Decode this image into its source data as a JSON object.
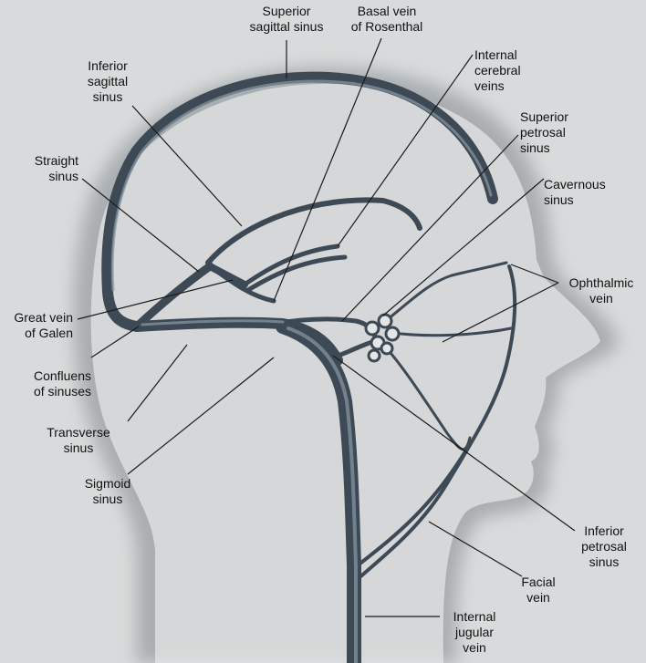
{
  "labels": {
    "superior_sagittal_sinus": [
      "Superior",
      "sagittal sinus"
    ],
    "basal_vein_of_rosenthal": [
      "Basal vein",
      "of Rosenthal"
    ],
    "internal_cerebral_veins": [
      "Internal",
      "cerebral",
      "veins"
    ],
    "inferior_sagittal_sinus": [
      "Inferior",
      "sagittal",
      "sinus"
    ],
    "superior_petrosal_sinus": [
      "Superior",
      "petrosal",
      "sinus"
    ],
    "straight_sinus": [
      "Straight",
      "sinus"
    ],
    "cavernous_sinus": [
      "Cavernous",
      "sinus"
    ],
    "ophthalmic_vein": [
      "Ophthalmic",
      "vein"
    ],
    "great_vein_of_galen": [
      "Great vein",
      "of Galen"
    ],
    "confluens_of_sinuses": [
      "Confluens",
      "of sinuses"
    ],
    "transverse_sinus": [
      "Transverse",
      "sinus"
    ],
    "sigmoid_sinus": [
      "Sigmoid",
      "sinus"
    ],
    "inferior_petrosal_sinus": [
      "Inferior",
      "petrosal",
      "sinus"
    ],
    "facial_vein": [
      "Facial",
      "vein"
    ],
    "internal_jugular_vein": [
      "Internal",
      "jugular",
      "vein"
    ]
  },
  "colors": {
    "background": "#d8dadb",
    "silhouette": "#a9adb0",
    "head_fill": "#e4e5e6",
    "vein": "#3d4a55",
    "vein_highlight": "#8a99a5",
    "leader": "#1a1a1a"
  }
}
